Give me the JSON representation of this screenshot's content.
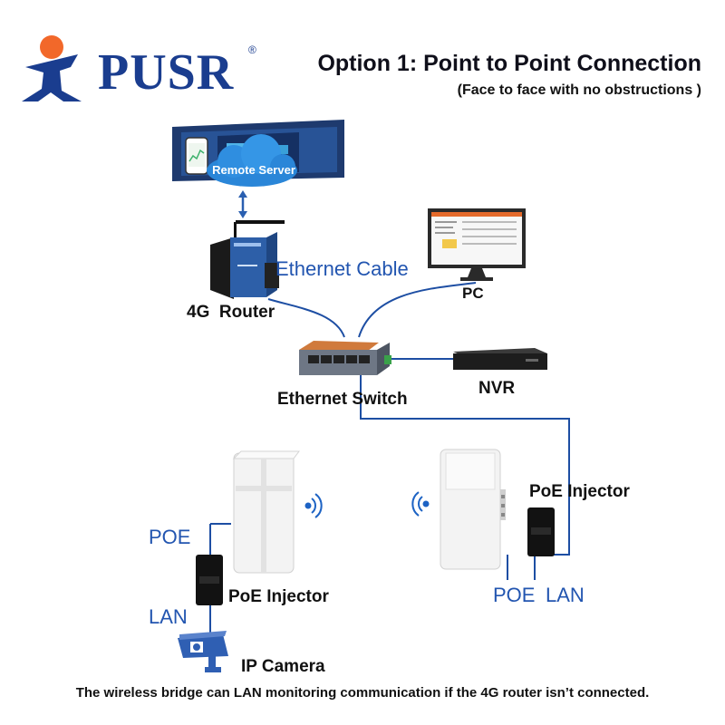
{
  "header": {
    "brand": "PUSR",
    "registered_mark": "®",
    "title": "Option 1: Point to Point Connection",
    "subtitle": "(Face to face with no obstructions )"
  },
  "devices": {
    "remote_server": "Remote Server",
    "router": "4G  Router",
    "cable": "Ethernet Cable",
    "pc": "PC",
    "switch": "Ethernet Switch",
    "nvr": "NVR",
    "poe_injector_right": "PoE Injector",
    "poe_injector_left": "PoE Injector",
    "poe_left": "POE",
    "lan_left": "LAN",
    "poe_right": "POE",
    "lan_right": "LAN",
    "camera": "IP Camera"
  },
  "footer": "The wireless bridge can LAN monitoring communication if the 4G router isn’t connected.",
  "colors": {
    "brand_blue": "#1a3d8f",
    "logo_orange": "#f2682a",
    "label_blue": "#2255b0",
    "cable_blue": "#2f5fb3"
  }
}
